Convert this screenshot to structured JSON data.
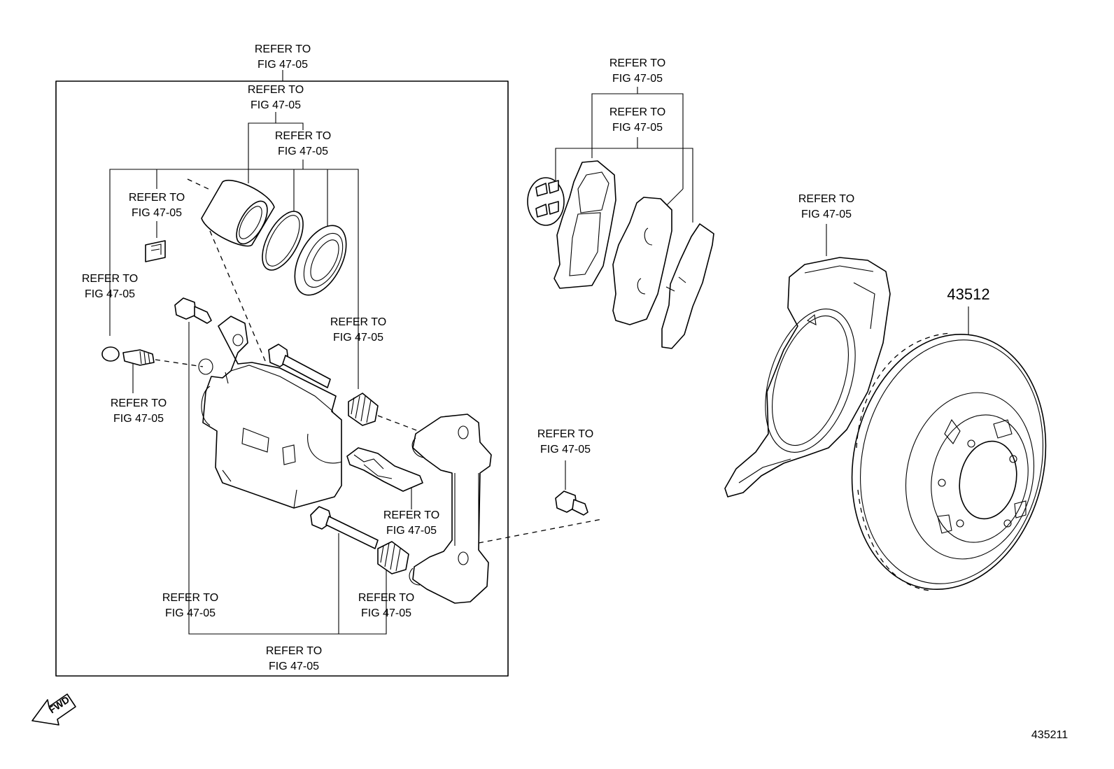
{
  "refer": {
    "line1": "REFER TO",
    "line2": "FIG 47-05"
  },
  "part_number": "43512",
  "diagram_id": "435211",
  "fwd_label": "FWD"
}
